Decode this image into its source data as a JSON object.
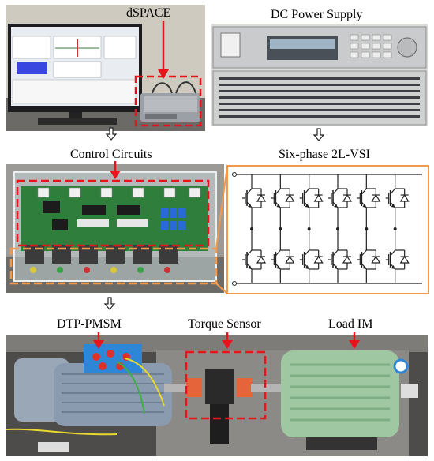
{
  "labels": {
    "dspace": "dSPACE",
    "dc_power_supply": "DC Power Supply",
    "control_circuits": "Control Circuits",
    "six_phase": "Six-phase 2L-VSI",
    "dtp_pmsm": "DTP-PMSM",
    "torque_sensor": "Torque Sensor",
    "load_im": "Load IM"
  },
  "colors": {
    "red_marker": "#e8141b",
    "orange_frame": "#f39a4a",
    "circuit_line": "#222222"
  },
  "inverter": {
    "legs": 6
  }
}
